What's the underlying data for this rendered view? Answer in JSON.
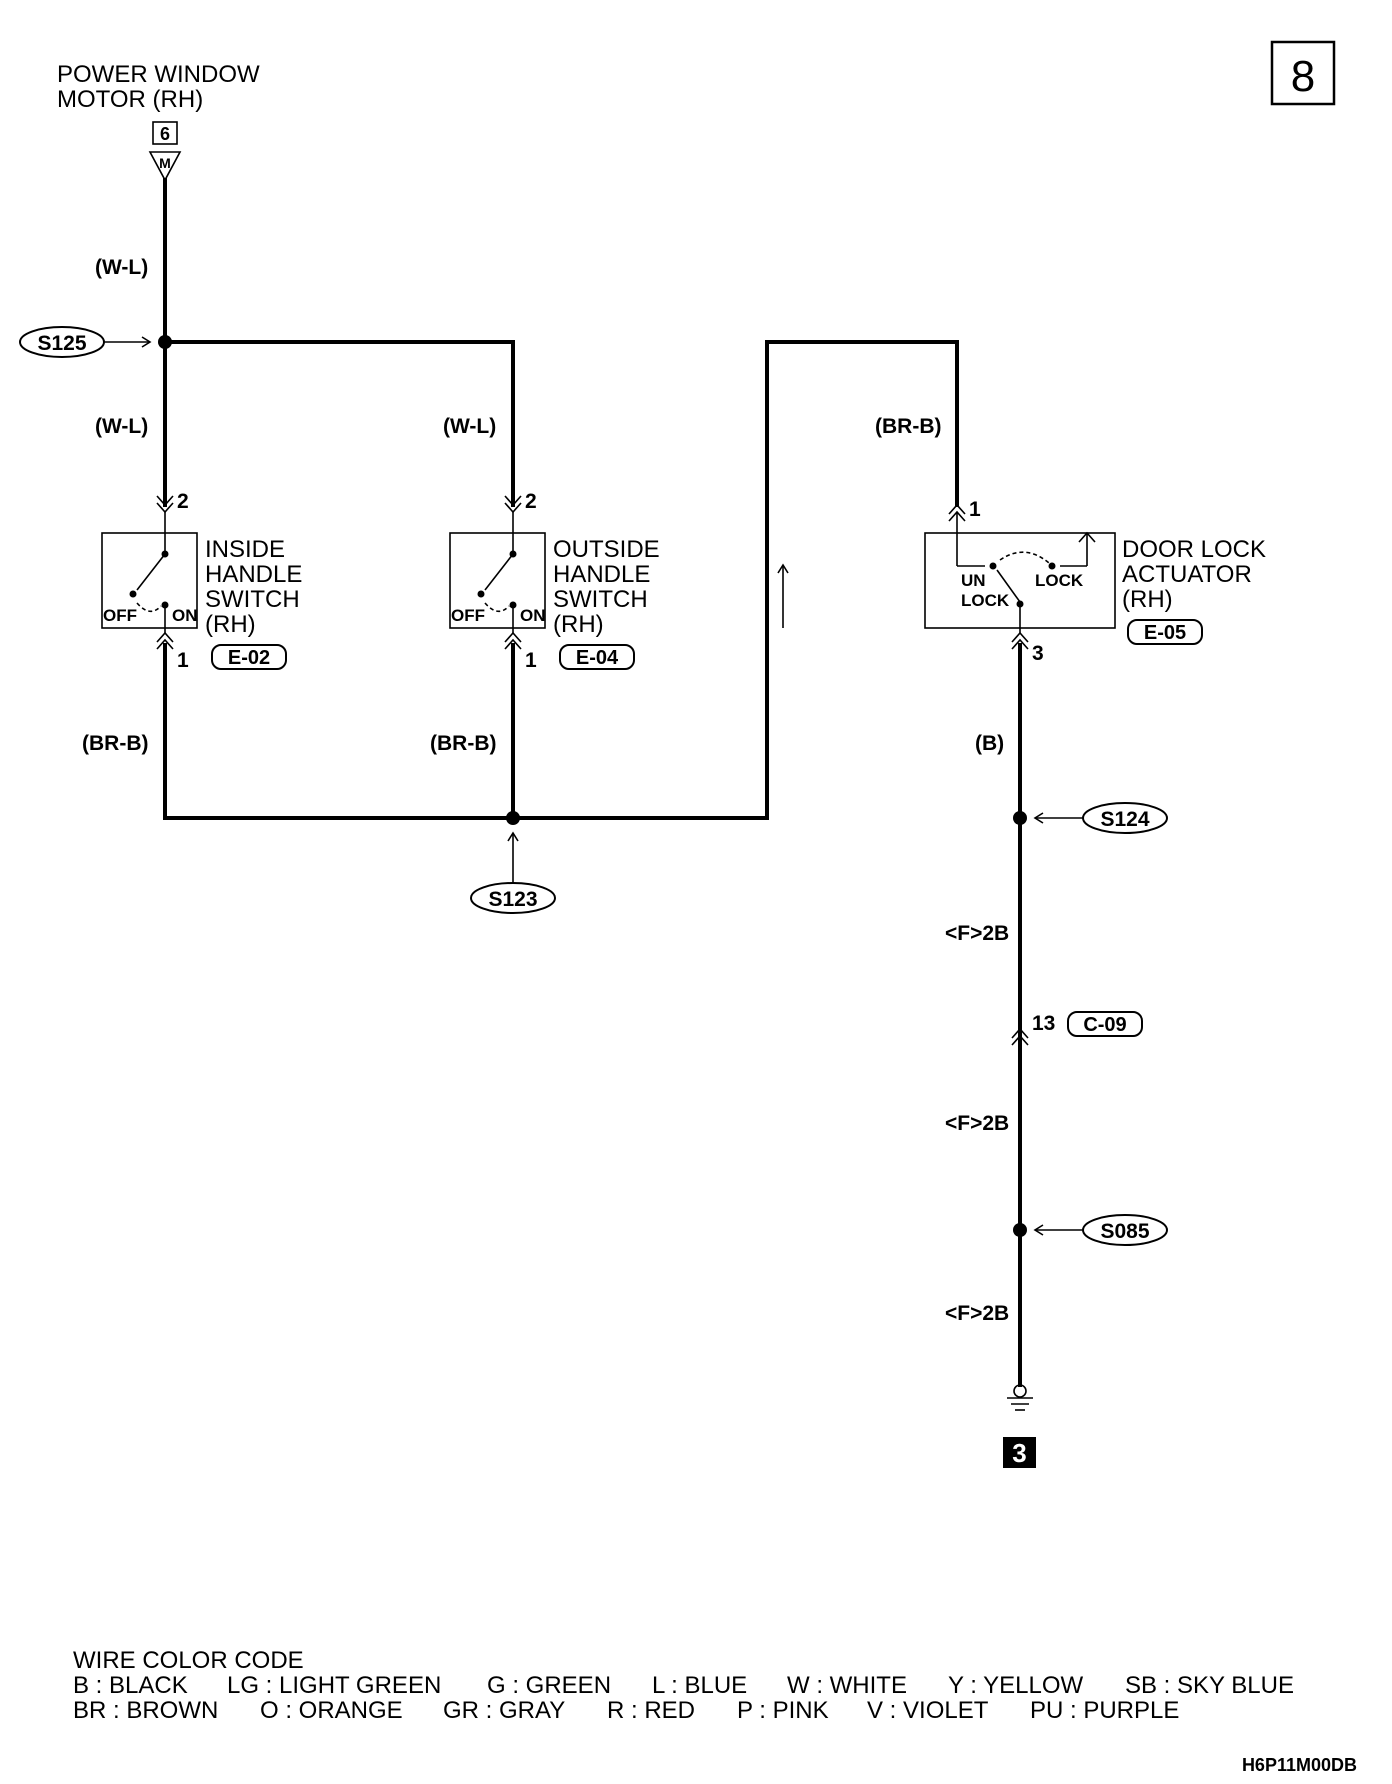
{
  "page_number": "8",
  "motor": {
    "title_line1": "POWER WINDOW",
    "title_line2": "MOTOR (RH)",
    "pin": "6",
    "symbol": "M"
  },
  "wires": {
    "motor_top": "(W-L)",
    "left_drop": "(W-L)",
    "mid_drop": "(W-L)",
    "left_bottom": "(BR-B)",
    "mid_bottom": "(BR-B)",
    "actuator_in": "(BR-B)",
    "actuator_out": "(B)",
    "ground_1": "<F>2B",
    "ground_2": "<F>2B",
    "ground_3": "<F>2B"
  },
  "splices": {
    "s125": "S125",
    "s123": "S123",
    "s124": "S124",
    "s085": "S085"
  },
  "inside_switch": {
    "line1": "INSIDE",
    "line2": "HANDLE",
    "line3": "SWITCH",
    "line4": "(RH)",
    "pin_top": "2",
    "pin_bottom": "1",
    "off": "OFF",
    "on": "ON",
    "connector": "E-02"
  },
  "outside_switch": {
    "line1": "OUTSIDE",
    "line2": "HANDLE",
    "line3": "SWITCH",
    "line4": "(RH)",
    "pin_top": "2",
    "pin_bottom": "1",
    "off": "OFF",
    "on": "ON",
    "connector": "E-04"
  },
  "actuator": {
    "line1": "DOOR LOCK",
    "line2": "ACTUATOR",
    "line3": "(RH)",
    "pin_top": "1",
    "pin_bottom": "3",
    "unlock_1": "UN",
    "unlock_2": "LOCK",
    "lock": "LOCK",
    "connector": "E-05"
  },
  "intermediate_connector": {
    "pin": "13",
    "id": "C-09"
  },
  "ground": {
    "number": "3"
  },
  "legend": {
    "title": "WIRE COLOR CODE",
    "row1": [
      "B : BLACK",
      "LG : LIGHT GREEN",
      "G : GREEN",
      "L : BLUE",
      "W : WHITE",
      "Y : YELLOW",
      "SB : SKY BLUE"
    ],
    "row2": [
      "BR : BROWN",
      "O : ORANGE",
      "GR : GRAY",
      "R : RED",
      "P : PINK",
      "V : VIOLET",
      "PU : PURPLE"
    ]
  },
  "code": "H6P11M00DB"
}
